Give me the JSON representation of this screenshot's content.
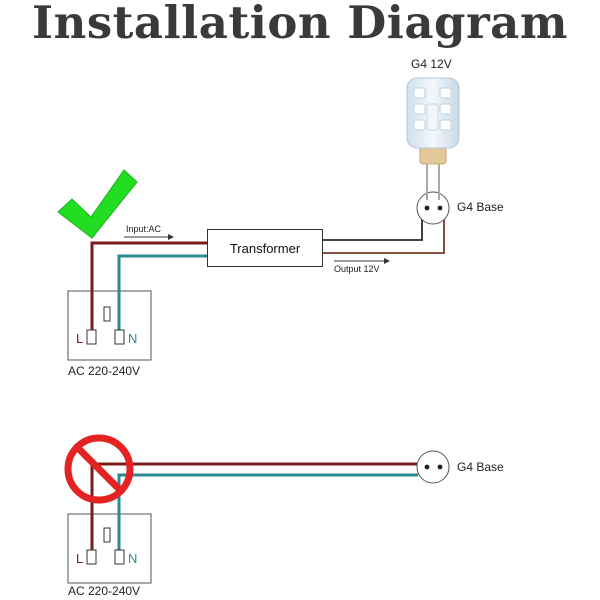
{
  "title": "Installation Diagram",
  "top": {
    "lamp_label": "G4 12V",
    "base_label": "G4 Base",
    "input_label": "Input:AC",
    "transformer_label": "Transformer",
    "output_label": "Output 12V",
    "live_letter": "L",
    "neutral_letter": "N",
    "supply_label": "AC 220-240V"
  },
  "bottom": {
    "base_label": "G4 Base",
    "live_letter": "L",
    "neutral_letter": "N",
    "supply_label": "AC 220-240V"
  },
  "colors": {
    "live_wire": "#7a1c1c",
    "neutral_wire": "#2a8a92",
    "check": "#22dd22",
    "prohibited": "#e32222",
    "title_text": "#3a3a3a"
  },
  "icons": {
    "correct": "check-mark-icon",
    "wrong": "prohibited-icon"
  }
}
